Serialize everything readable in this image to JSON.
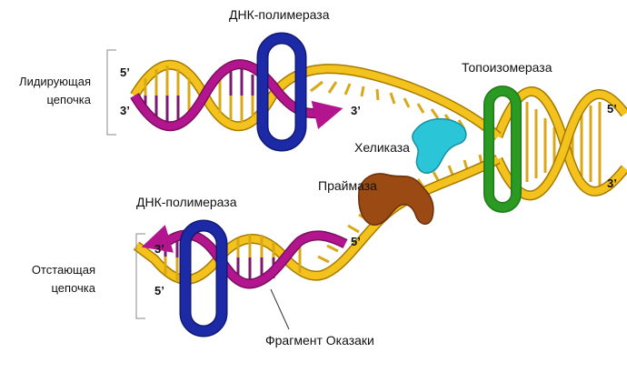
{
  "labels": {
    "pol_top": "ДНК-полимераза",
    "pol_bottom": "ДНК-полимераза",
    "topo": "Топоизомераза",
    "helicase": "Хеликаза",
    "primase": "Праймаза",
    "okazaki": "Фрагмент Оказаки",
    "leading": [
      "Лидирующая",
      "цепочка"
    ],
    "lagging": [
      "Отстающая",
      "цепочка"
    ]
  },
  "ends": {
    "lead_5": "5’",
    "lead_3": "3’",
    "lead_new_3": "3’",
    "right_5": "5’",
    "right_3": "3’",
    "lag_3": "3’",
    "lag_5": "5’",
    "lag_new_5": "5’"
  },
  "colors": {
    "strand": "#f4c21c",
    "strand_edge": "#a67a00",
    "new_strand": "#b3158f",
    "rung": "#d8a818",
    "new_rung": "#7a1a6e",
    "polymerase": "#1d2aa8",
    "topoisomerase": "#2a9a22",
    "helicase": "#2ac6d8",
    "primase": "#9a4a12"
  }
}
